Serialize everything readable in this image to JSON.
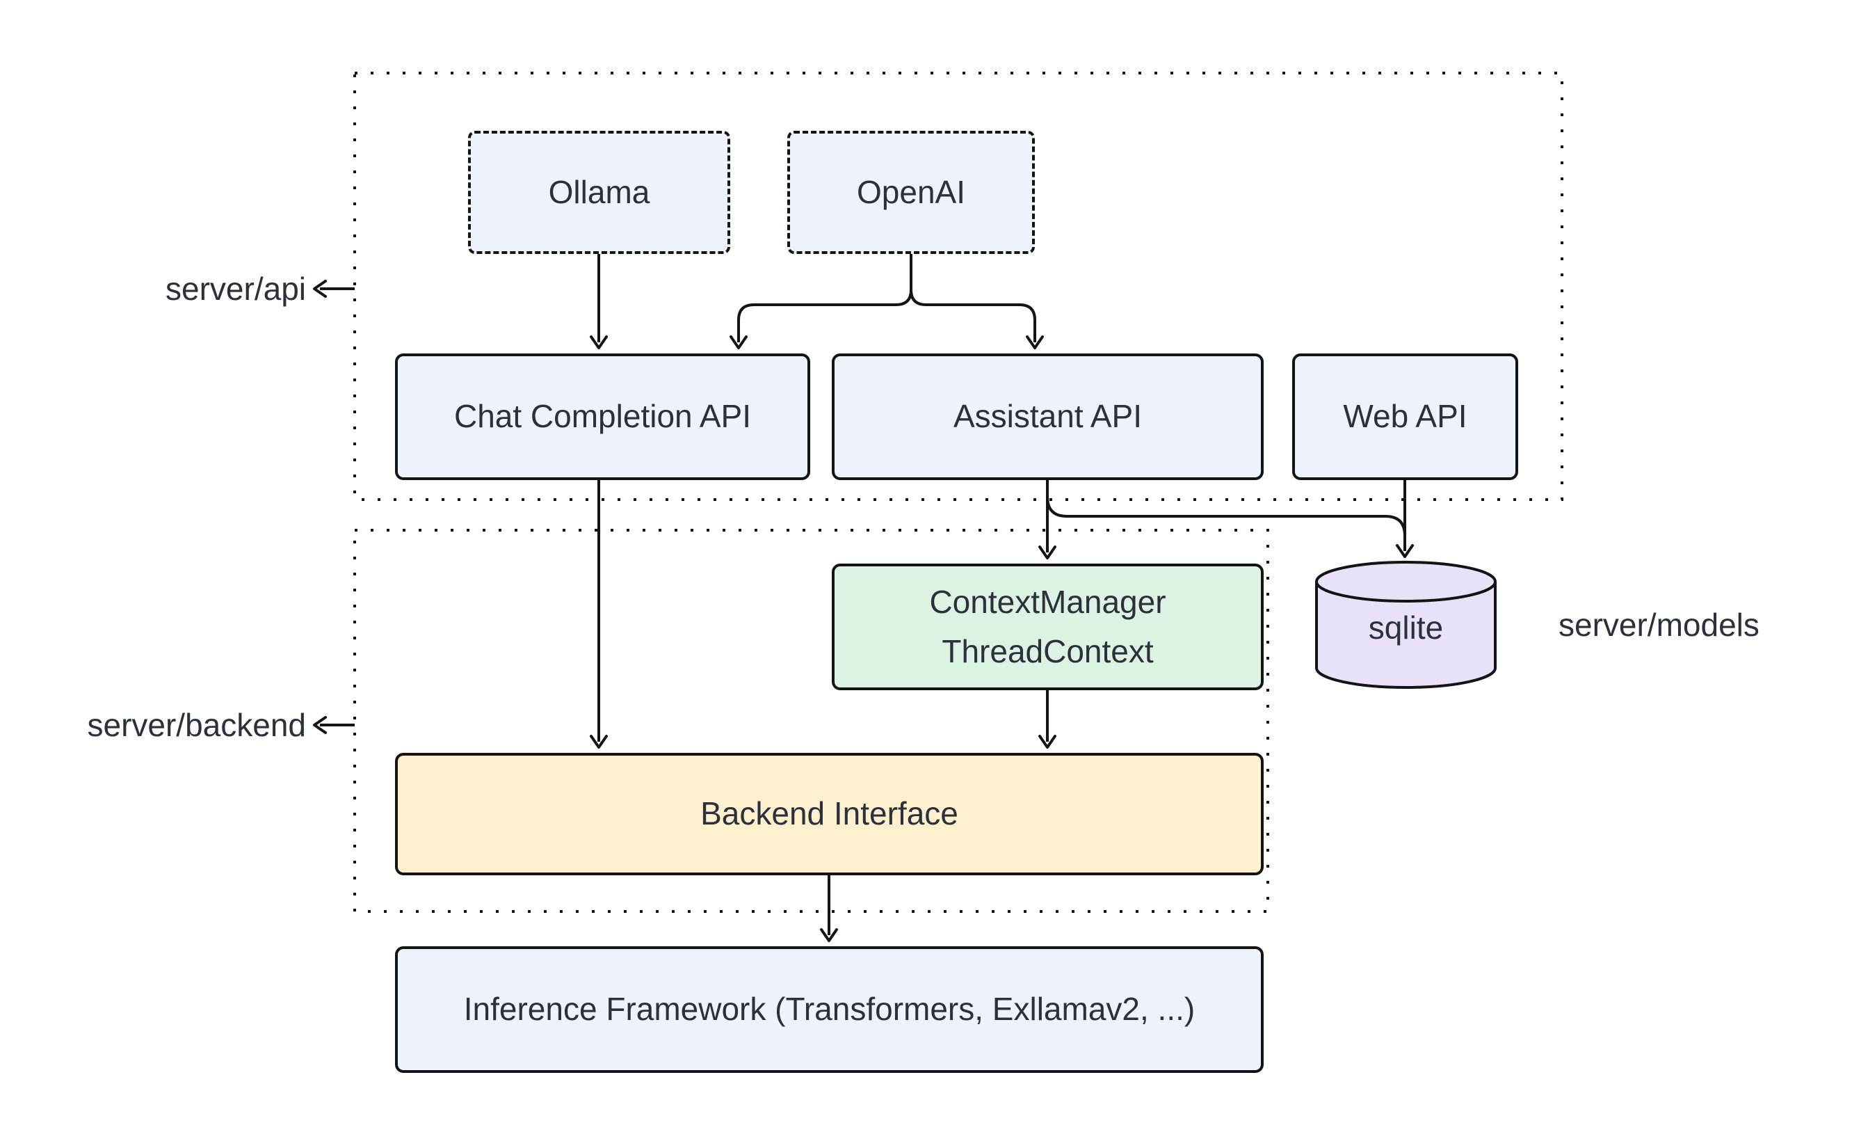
{
  "diagram": {
    "containers": {
      "server_api": {
        "label": "server/api"
      },
      "server_backend": {
        "label": "server/backend"
      },
      "server_models": {
        "label": "server/models"
      }
    },
    "nodes": {
      "ollama": {
        "label": "Ollama"
      },
      "openai": {
        "label": "OpenAI"
      },
      "chat_completion_api": {
        "label": "Chat Completion API"
      },
      "assistant_api": {
        "label": "Assistant API"
      },
      "web_api": {
        "label": "Web API"
      },
      "context_manager": {
        "label": "ContextManager\nThreadContext"
      },
      "sqlite": {
        "label": "sqlite"
      },
      "backend_interface": {
        "label": "Backend Interface"
      },
      "inference_framework": {
        "label": "Inference Framework (Transformers, Exllamav2, ...)"
      }
    },
    "edges": [
      {
        "from": "ollama",
        "to": "chat_completion_api"
      },
      {
        "from": "openai",
        "to": "chat_completion_api"
      },
      {
        "from": "openai",
        "to": "assistant_api"
      },
      {
        "from": "assistant_api",
        "to": "context_manager"
      },
      {
        "from": "assistant_api",
        "to": "sqlite"
      },
      {
        "from": "web_api",
        "to": "sqlite"
      },
      {
        "from": "chat_completion_api",
        "to": "backend_interface"
      },
      {
        "from": "context_manager",
        "to": "backend_interface"
      },
      {
        "from": "backend_interface",
        "to": "inference_framework"
      }
    ],
    "colors": {
      "line": "#141414",
      "text": "#2b303b",
      "node_blue": "#edf2fb",
      "node_green": "#dcf2e2",
      "node_yellow": "#fcf0ce",
      "node_purple": "#e9e1f8",
      "background": "#ffffff"
    }
  }
}
